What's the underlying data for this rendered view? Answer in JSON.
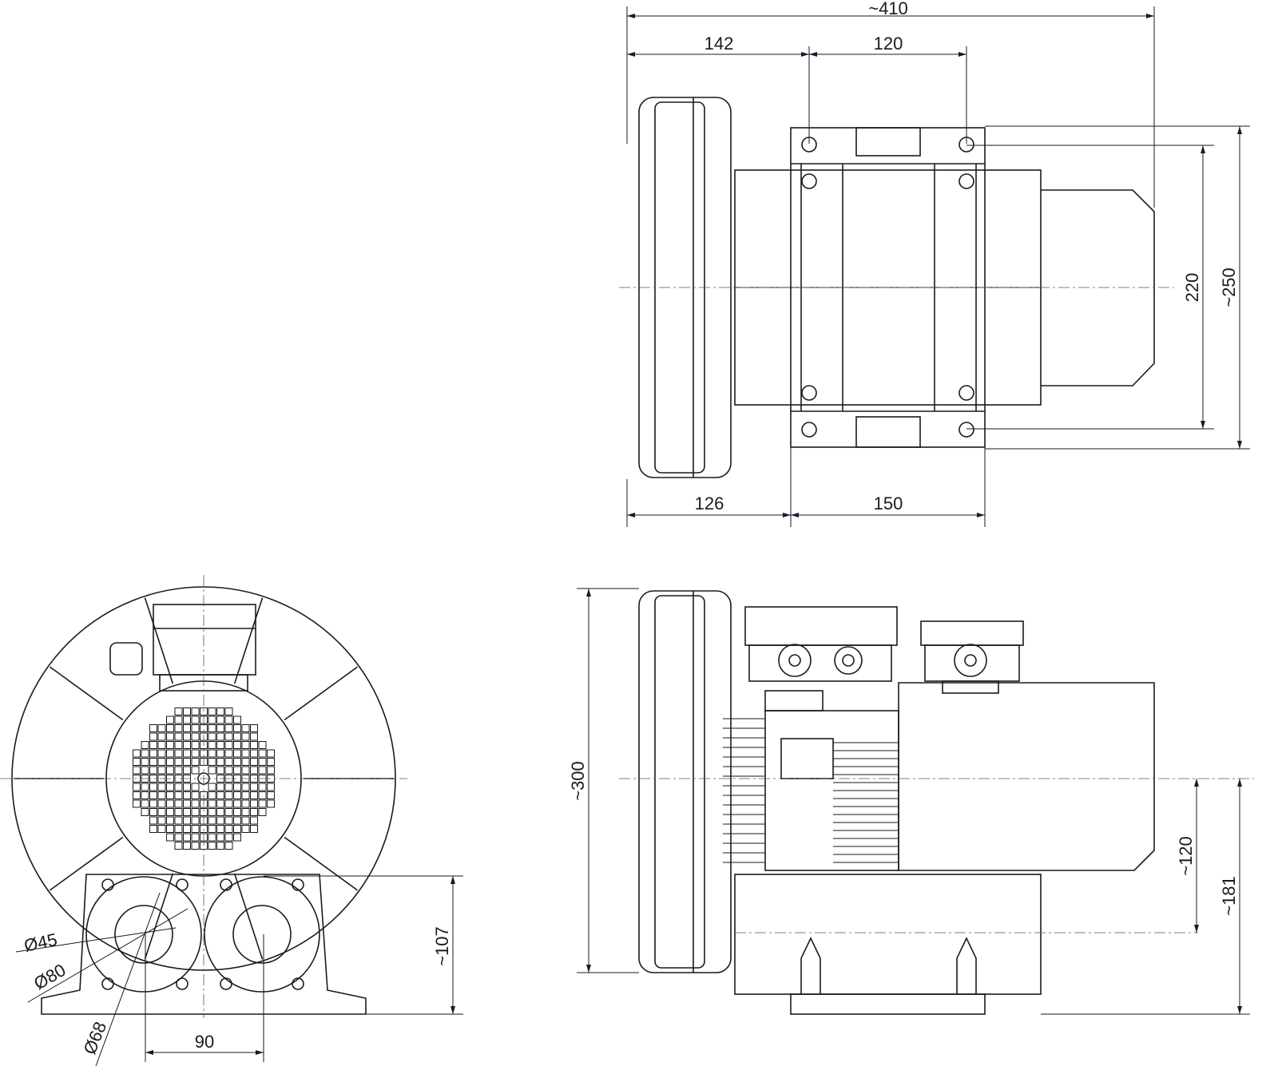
{
  "drawing": {
    "title": "Side channel blower dimension drawing",
    "colors": {
      "line": "#1a1a1a",
      "dimension": "#1a1a2e",
      "background": "#ffffff"
    },
    "top_view": {
      "overall_length": "~410",
      "housing_to_mount": "142",
      "mount_hole_spacing": "120",
      "mount_width_inner": "220",
      "overall_width": "~250",
      "housing_to_base": "126",
      "base_length": "150"
    },
    "front_view": {
      "inner_diameter": "Ø45",
      "outer_diameter": "Ø80",
      "bolt_circle": "Ø68",
      "port_spacing": "90",
      "port_height": "~107"
    },
    "side_view": {
      "overall_height": "~300",
      "axis_height_body": "~120",
      "axis_height_total": "~181"
    }
  }
}
